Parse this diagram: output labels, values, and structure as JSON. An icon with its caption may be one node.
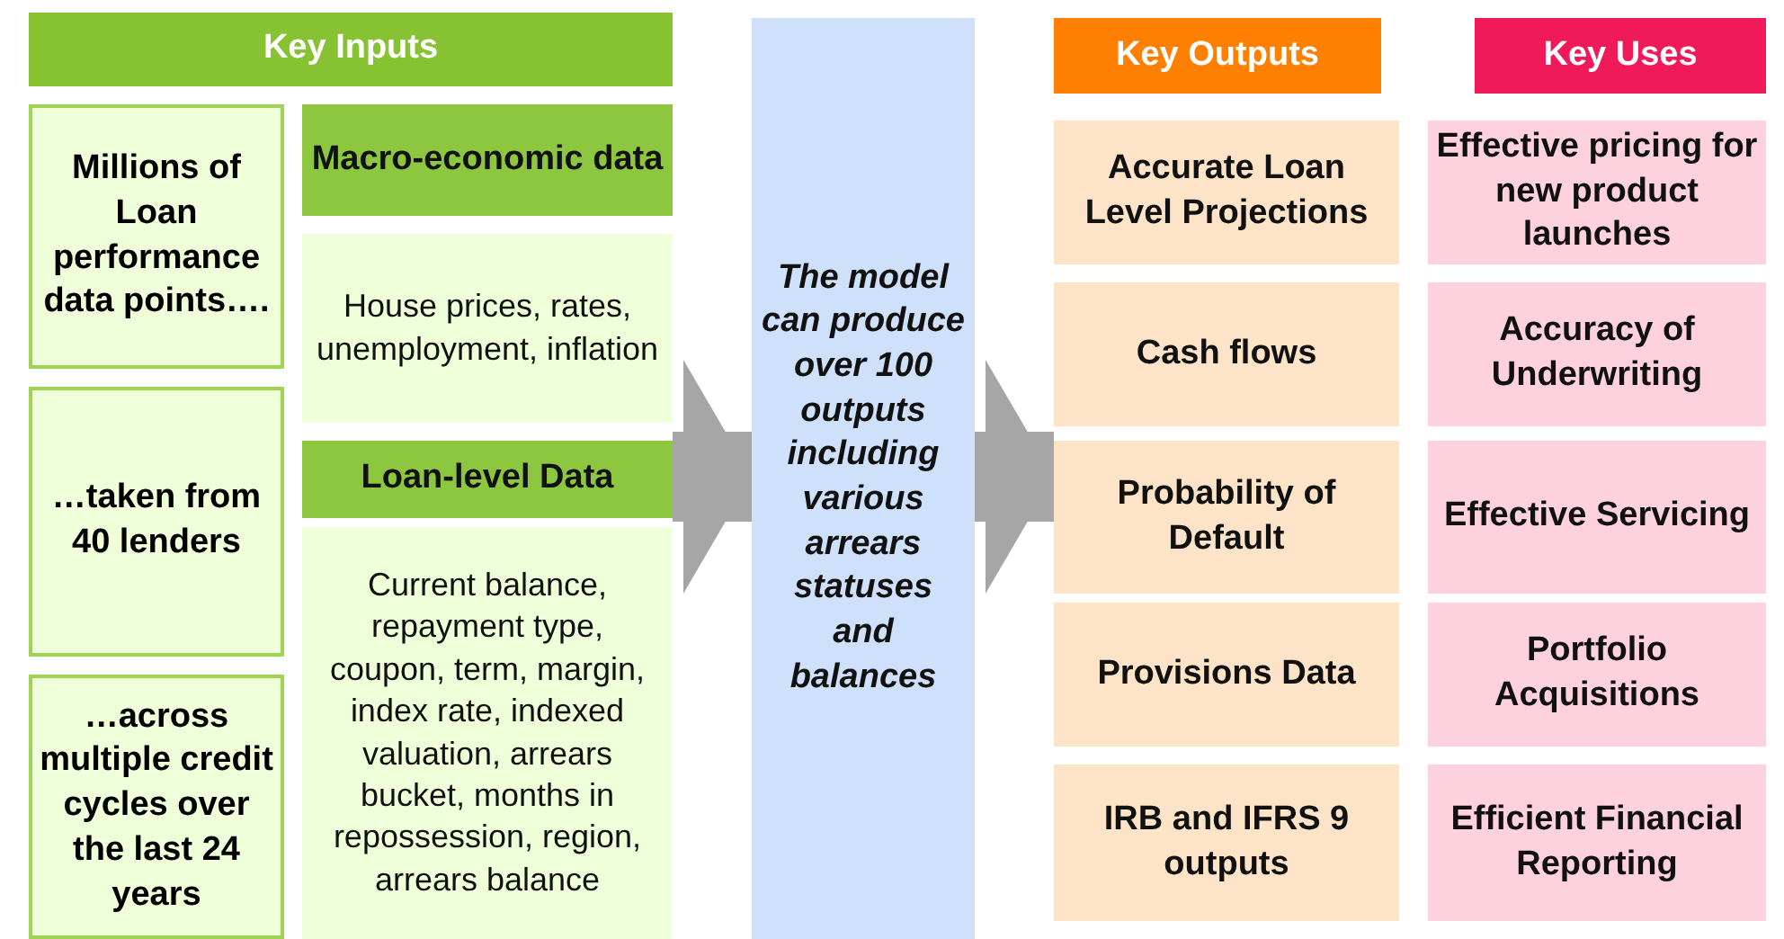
{
  "diagram": {
    "nodes": [
      {
        "text": [
          "Key Inputs"
        ]
      },
      {
        "text": [
          "Millions of Loan performance data points…."
        ]
      },
      {
        "text": [
          "…taken from 40 lenders"
        ]
      },
      {
        "text": [
          "…across multiple credit cycles over the last 24 years"
        ]
      },
      {
        "text": [
          "Macro-economic data"
        ]
      },
      {
        "text": [
          "House prices, rates, unemployment, inflation"
        ]
      },
      {
        "text": [
          "Loan-level Data"
        ]
      },
      {
        "text": [
          "Current balance, repayment type, coupon, term, margin, index rate, indexed valuation, arrears bucket, months in repossession, region, arrears balance"
        ]
      },
      {
        "text": [
          "The model can produce over 100 outputs including various arrears statuses and balances"
        ]
      },
      {
        "text": [
          "Key Outputs"
        ]
      },
      {
        "text": [
          "Accurate Loan Level Projections"
        ]
      },
      {
        "text": [
          "Cash flows"
        ]
      },
      {
        "text": [
          "Probability of Default"
        ]
      },
      {
        "text": [
          "Provisions Data"
        ]
      },
      {
        "text": [
          "IRB and IFRS 9 outputs"
        ]
      },
      {
        "text": [
          "Key Uses"
        ]
      },
      {
        "text": [
          "Effective pricing for new product launches"
        ]
      },
      {
        "text": [
          "Accuracy of Underwriting"
        ]
      },
      {
        "text": [
          "Effective Servicing"
        ]
      },
      {
        "text": [
          "Portfolio Acquisitions"
        ]
      },
      {
        "text": [
          "Efficient Financial Reporting"
        ]
      }
    ],
    "edges": [
      {
        "from": 6,
        "to": 8,
        "arrow": "to"
      },
      {
        "from": 8,
        "to": 12,
        "arrow": "to"
      }
    ]
  }
}
